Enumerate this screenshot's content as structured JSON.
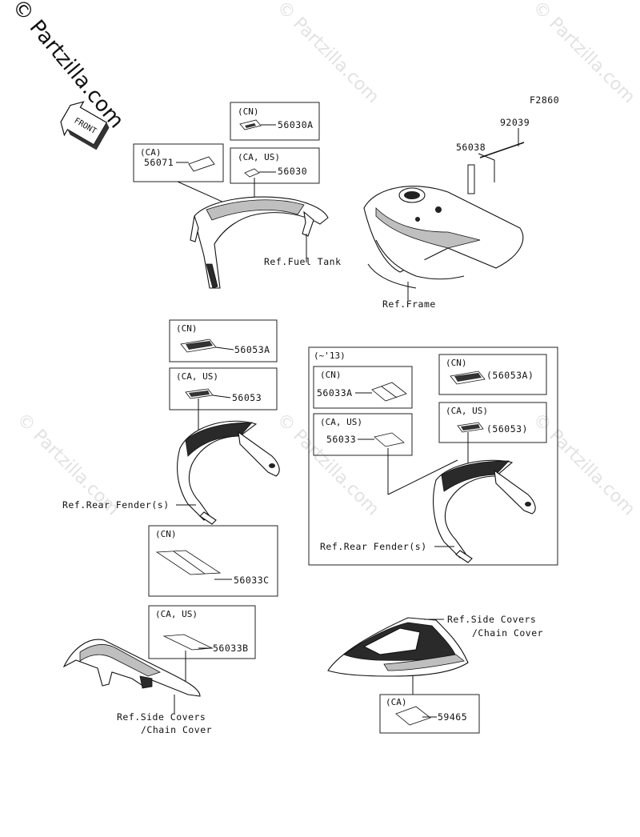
{
  "brand": "© Partzilla.com",
  "watermark": "© Partzilla.com",
  "figure_code": "F2860",
  "front_label": "FRONT",
  "groups": {
    "cn_a": {
      "region": "(CN)",
      "part": "56030A"
    },
    "ca_56071": {
      "region": "(CA)",
      "part": "56071"
    },
    "caus_56030": {
      "region": "(CA, US)",
      "part": "56030"
    },
    "cn_56053a": {
      "region": "(CN)",
      "part": "56053A"
    },
    "caus_56053": {
      "region": "(CA, US)",
      "part": "56053"
    },
    "cn_56033c": {
      "region": "(CN)",
      "part": "56033C"
    },
    "caus_56033b": {
      "region": "(CA, US)",
      "part": "56033B"
    },
    "ca_59465": {
      "region": "(CA)",
      "part": "59465"
    }
  },
  "inset": {
    "title": "(~'13)",
    "cn_56033a": {
      "region": "(CN)",
      "part": "56033A"
    },
    "cn_56053a": {
      "region": "(CN)",
      "part": "(56053A)"
    },
    "caus_56033": {
      "region": "(CA, US)",
      "part": "56033"
    },
    "caus_56053": {
      "region": "(CA, US)",
      "part": "(56053)"
    },
    "ref": "Ref.Rear Fender(s)"
  },
  "parts_loose": {
    "p92039": "92039",
    "p56038": "56038"
  },
  "refs": {
    "fuel_tank": "Ref.Fuel Tank",
    "frame": "Ref.Frame",
    "rear_fender": "Ref.Rear Fender(s)",
    "side_covers_1": "Ref.Side Covers",
    "side_covers_2": "/Chain Cover",
    "side_covers_b1": "Ref.Side Covers",
    "side_covers_b2": "/Chain Cover"
  }
}
